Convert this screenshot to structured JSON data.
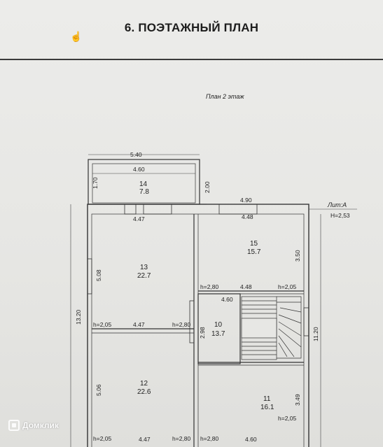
{
  "header": {
    "title": "6. ПОЭТАЖНЫЙ ПЛАН"
  },
  "plan": {
    "caption": "План 2 этаж",
    "lit_label": "Лит:А",
    "height_label": "H=2,53",
    "rooms": [
      {
        "num": "14",
        "area": "7.8"
      },
      {
        "num": "13",
        "area": "22.7"
      },
      {
        "num": "15",
        "area": "15.7"
      },
      {
        "num": "10",
        "area": "13.7"
      },
      {
        "num": "12",
        "area": "22.6"
      },
      {
        "num": "11",
        "area": "16.1"
      }
    ],
    "dims": {
      "d540": "5.40",
      "d460_top": "4.60",
      "d170": "1.70",
      "d200": "2.00",
      "d490": "4.90",
      "d447_top": "4.47",
      "d448_top": "4.48",
      "d508": "5.08",
      "d350": "3.50",
      "h280_mid": "h=2,80",
      "d448_mid": "4.48",
      "h205_mid": "h=2,05",
      "d460_mid": "4.60",
      "d1320": "13.20",
      "h205_left": "h=2,05",
      "d447_mid": "4.47",
      "h280_left": "h=2,80",
      "d298": "2.98",
      "d1120": "11.20",
      "d506": "5.06",
      "d349": "3.49",
      "h205_right": "h=2,05",
      "h205_bottom": "h=2,05",
      "d447_bottom": "4.47",
      "h280_b1": "h=2,80",
      "h280_b2": "h=2,80",
      "d460_bottom": "4.60"
    }
  },
  "watermark": {
    "text": "Домклик"
  }
}
